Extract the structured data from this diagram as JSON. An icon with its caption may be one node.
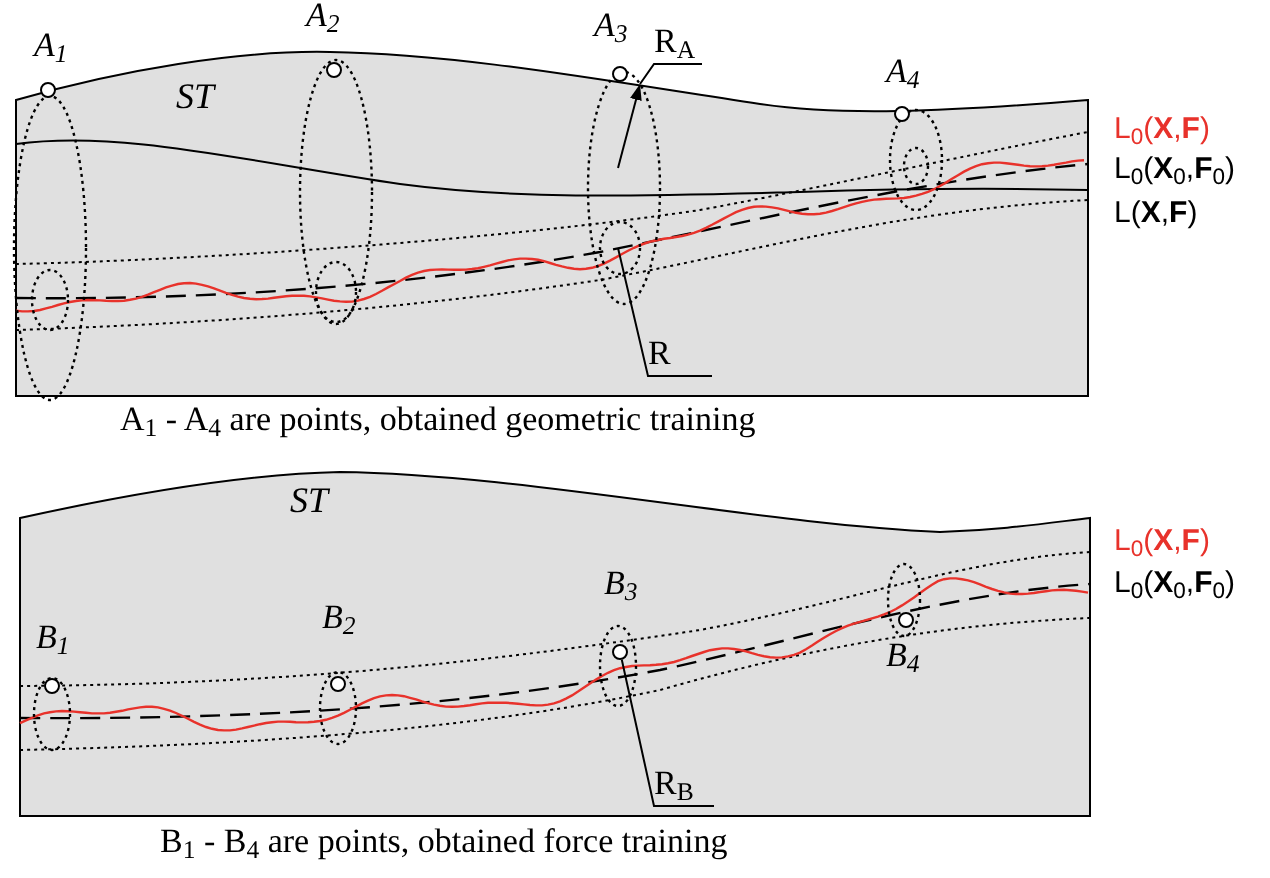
{
  "diagram": {
    "nodes": [
      {
        "text": [
          "ST"
        ]
      },
      {
        "text": [],
        "shape": "circle",
        "in": 0,
        "beside": [
          "A$_{1}$"
        ]
      },
      {
        "text": [],
        "shape": "circle",
        "in": 0,
        "beside": [
          "A$_{2}$"
        ]
      },
      {
        "text": [],
        "shape": "circle",
        "in": 0,
        "beside": [
          "A$_{3}$"
        ]
      },
      {
        "text": [],
        "shape": "circle",
        "in": 0,
        "beside": [
          "A$_{4}$"
        ]
      },
      {
        "text": [
          "R$_{A}$"
        ]
      },
      {
        "text": [
          "R"
        ],
        "in": 0
      },
      {
        "text": [
          "ST"
        ]
      },
      {
        "text": [],
        "shape": "circle",
        "in": 7,
        "beside": [
          "B$_{1}$"
        ]
      },
      {
        "text": [],
        "shape": "circle",
        "in": 7,
        "beside": [
          "B$_{2}$"
        ]
      },
      {
        "text": [],
        "shape": "circle",
        "in": 7,
        "beside": [
          "B$_{3}$"
        ]
      },
      {
        "text": [],
        "shape": "circle",
        "in": 7,
        "beside": [
          "B$_{4}$"
        ]
      },
      {
        "text": [
          "R$_{B}$"
        ],
        "in": 7
      }
    ],
    "edges": [
      {
        "from": 5,
        "to": 0,
        "arrow": "to"
      },
      {
        "from": 6,
        "to": null,
        "arrow": "none"
      },
      {
        "from": 12,
        "to": 10,
        "arrow": "none"
      }
    ],
    "labels": [
      "L$_{0}$(**X**,**F**)",
      "L$_{0}$(**X**$_{0}$,**F**$_{0}$)",
      "L(**X**,**F**)",
      "A$_{1}$ - A$_{4}$ are points, obtained geometric training",
      "L$_{0}$(**X**,**F**)",
      "L$_{0}$(**X**$_{0}$,**F**$_{0}$)",
      "B$_{1}$ - B$_{4}$ are points, obtained force training"
    ]
  }
}
